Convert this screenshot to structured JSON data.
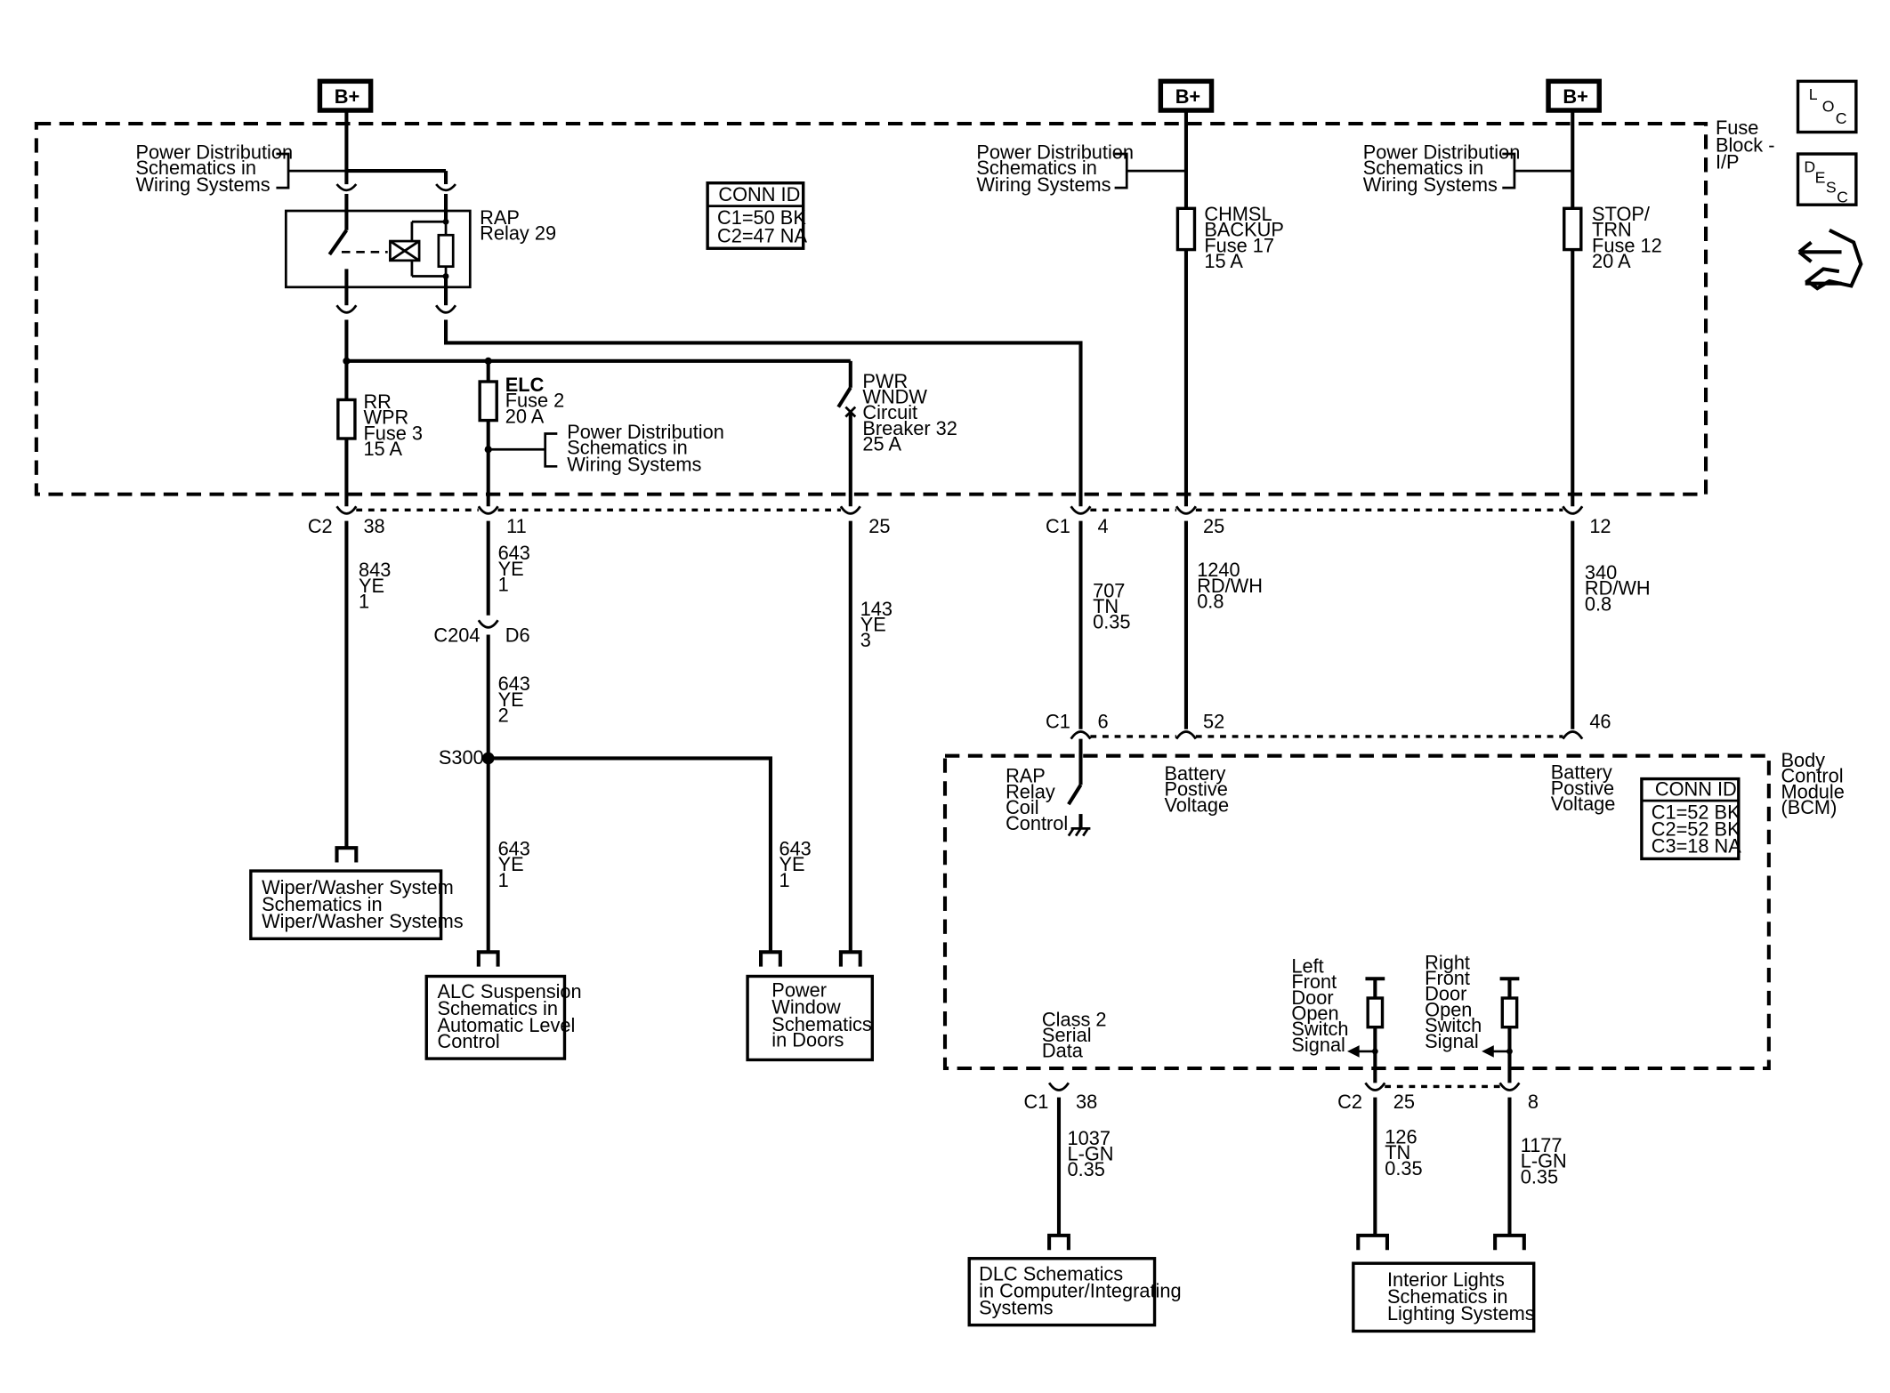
{
  "bplus": "B+",
  "sidebar": {
    "loc": [
      "L",
      "O",
      "C"
    ],
    "desc": [
      "D",
      "E",
      "S",
      "C"
    ]
  },
  "fuse_block": {
    "label": [
      "Fuse",
      "Block -",
      "I/P"
    ]
  },
  "bcm": {
    "label": [
      "Body",
      "Control",
      "Module",
      "(BCM)"
    ]
  },
  "power_distribution": [
    "Power Distribution",
    "Schematics in",
    "Wiring Systems"
  ],
  "conn_id_fuse": {
    "title": "CONN ID",
    "lines": [
      "C1=50 BK",
      "C2=47 NA"
    ]
  },
  "conn_id_bcm": {
    "title": "CONN ID",
    "lines": [
      "C1=52 BK",
      "C2=52 BK",
      "C3=18 NA"
    ]
  },
  "relay": {
    "label": [
      "RAP",
      "Relay 29"
    ]
  },
  "fuses": {
    "rr_wpr": [
      "RR",
      "WPR",
      "Fuse 3",
      "15 A"
    ],
    "elc": [
      "ELC",
      "Fuse 2",
      "20 A"
    ],
    "chmsl": [
      "CHMSL",
      "BACKUP",
      "Fuse 17",
      "15 A"
    ],
    "stop_trn": [
      "STOP/",
      "TRN",
      "Fuse 12",
      "20 A"
    ]
  },
  "breaker": [
    "PWR",
    "WNDW",
    "Circuit",
    "Breaker 32",
    "25 A"
  ],
  "connectors": {
    "c2": "C2",
    "c1": "C1",
    "c204": "C204",
    "s300": "S300",
    "pins": {
      "p38": "38",
      "p11": "11",
      "p25": "25",
      "p4": "4",
      "p25b": "25",
      "p12": "12",
      "pd6": "D6",
      "p6": "6",
      "p52": "52",
      "p46": "46",
      "p38b": "38",
      "p25c": "25",
      "p8": "8"
    }
  },
  "wires": {
    "w843": [
      "843",
      "YE",
      "1"
    ],
    "w643a": [
      "643",
      "YE",
      "1"
    ],
    "w643b": [
      "643",
      "YE",
      "2"
    ],
    "w643c": [
      "643",
      "YE",
      "1"
    ],
    "w643d": [
      "643",
      "YE",
      "1"
    ],
    "w143": [
      "143",
      "YE",
      "3"
    ],
    "w707": [
      "707",
      "TN",
      "0.35"
    ],
    "w1240": [
      "1240",
      "RD/WH",
      "0.8"
    ],
    "w340": [
      "340",
      "RD/WH",
      "0.8"
    ],
    "w1037": [
      "1037",
      "L-GN",
      "0.35"
    ],
    "w126": [
      "126",
      "TN",
      "0.35"
    ],
    "w1177": [
      "1177",
      "L-GN",
      "0.35"
    ]
  },
  "bcm_labels": {
    "rap_coil": [
      "RAP",
      "Relay",
      "Coil",
      "Control"
    ],
    "batt1": [
      "Battery",
      "Postive",
      "Voltage"
    ],
    "batt2": [
      "Battery",
      "Postive",
      "Voltage"
    ],
    "class2": [
      "Class 2",
      "Serial",
      "Data"
    ],
    "left_door": [
      "Left",
      "Front",
      "Door",
      "Open",
      "Switch",
      "Signal"
    ],
    "right_door": [
      "Right",
      "Front",
      "Door",
      "Open",
      "Switch",
      "Signal"
    ]
  },
  "refs": {
    "wiper": [
      "Wiper/Washer System",
      "Schematics in",
      "Wiper/Washer Systems"
    ],
    "alc": [
      "ALC Suspension",
      "Schematics in",
      "Automatic Level",
      "Control"
    ],
    "power_window": [
      "Power",
      "Window",
      "Schematics",
      "in Doors"
    ],
    "dlc": [
      "DLC Schematics",
      "in Computer/Integrating",
      "Systems"
    ],
    "interior": [
      "Interior Lights",
      "Schematics in",
      "Lighting Systems"
    ]
  }
}
